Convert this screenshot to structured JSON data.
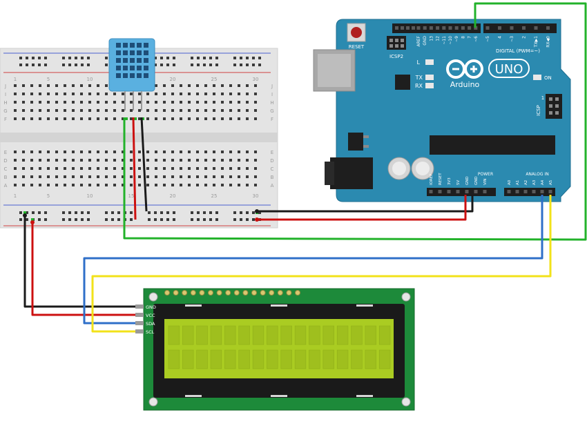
{
  "breadboard": {
    "column_numbers": [
      "1",
      "5",
      "10",
      "15",
      "20",
      "25",
      "30"
    ],
    "row_letters_top": [
      "J",
      "I",
      "H",
      "G",
      "F"
    ],
    "row_letters_bottom": [
      "E",
      "D",
      "C",
      "B",
      "A"
    ]
  },
  "arduino": {
    "reset_label": "RESET",
    "icsp2_label": "ICSP2",
    "digital_header_label": "DIGITAL (PWM=~)",
    "digital_pins": [
      "AREF",
      "GND",
      "13",
      "12",
      "~11",
      "~10",
      "~9",
      "8",
      "7",
      "~6",
      "~5",
      "4",
      "~3",
      "2",
      "TX▶1",
      "RX◀0"
    ],
    "led_l": "L",
    "led_tx": "TX",
    "led_rx": "RX",
    "brand": "Arduino",
    "model": "UNO",
    "on_label": "ON",
    "icsp_label": "ICSP",
    "icsp_pin1": "1",
    "power_label": "POWER",
    "power_pins": [
      "IOREF",
      "RESET",
      "3V3",
      "5V",
      "GND",
      "GND",
      "VIN"
    ],
    "analog_label": "ANALOG IN",
    "analog_pins": [
      "A0",
      "A1",
      "A2",
      "A3",
      "A4",
      "A5"
    ]
  },
  "lcd": {
    "pins": [
      "GND",
      "VCC",
      "SDA",
      "SCL"
    ],
    "columns": 16,
    "rows": 2
  },
  "colors": {
    "wire_black": "#1a1a1a",
    "wire_red": "#cc1010",
    "wire_green": "#22b22a",
    "wire_blue": "#2f6fc8",
    "wire_yellow": "#f2e21a",
    "arduino_board": "#2b8ab0",
    "lcd_pcb": "#1d8a3a",
    "lcd_screen": "#aacc22",
    "dht_body": "#5ab0e0"
  }
}
